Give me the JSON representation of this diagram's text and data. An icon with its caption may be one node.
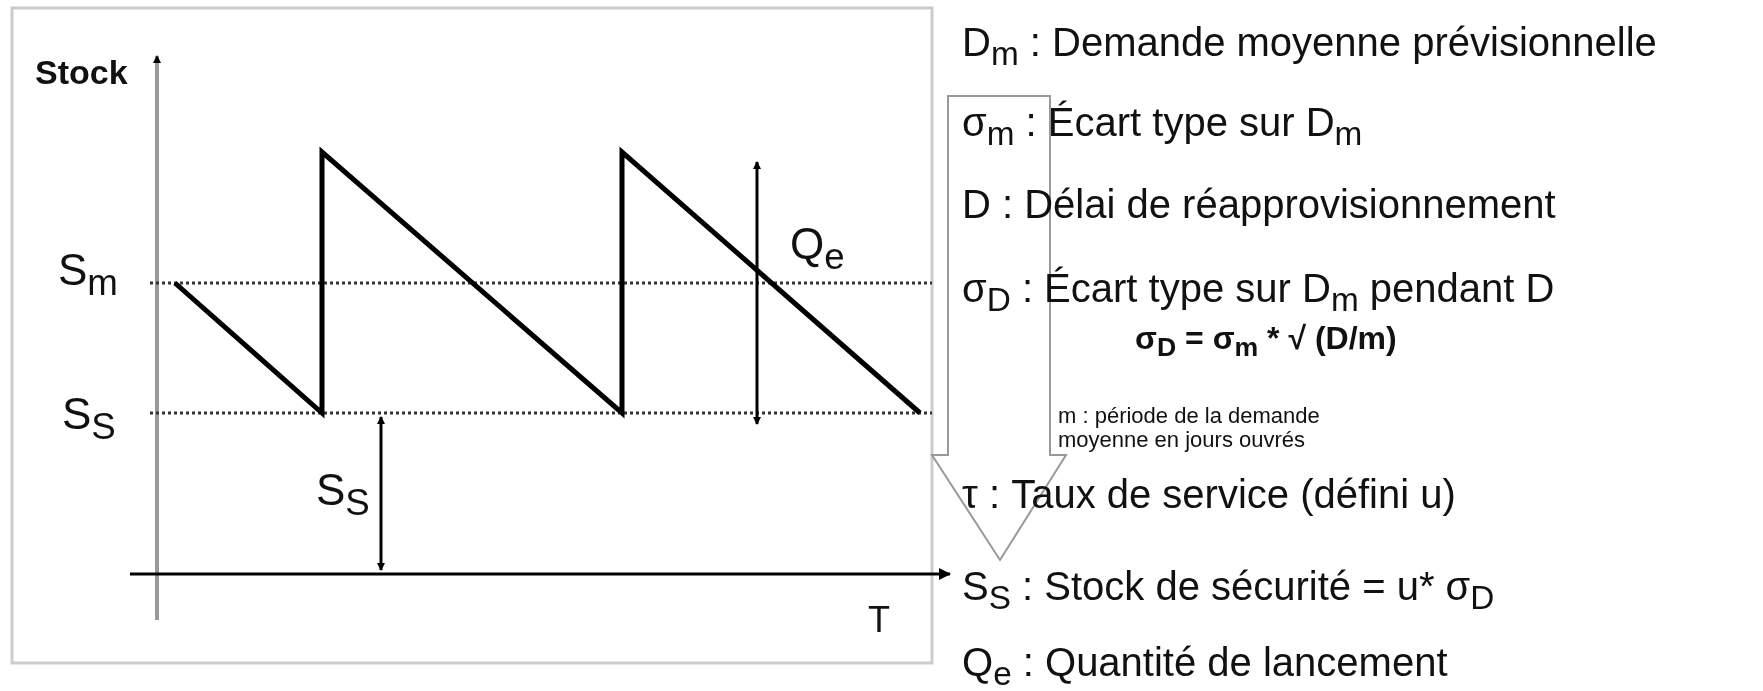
{
  "diagram": {
    "labels": [
      "Stock",
      "S$_{m}$",
      "Q$_{e}$",
      "S$_{S}$",
      "S$_{S}$",
      "T",
      "D$_{m}$ : Demande moyenne prévisionnelle",
      "σ$_{m}$ : Écart type sur D$_{m}$",
      "D : Délai de réapprovisionnement",
      "σ$_{D}$ : Écart type sur D$_{m}$ pendant D",
      "σ$_{D}$ = σ$_{m}$ * √ (D/m)",
      "m : période de la demande moyenne en jours ouvrés",
      "τ : Taux de service (défini u)",
      "S$_{S}$ : Stock de sécurité = u* σ$_{D}$",
      "Q$_{e}$ : Quantité de lancement"
    ]
  }
}
